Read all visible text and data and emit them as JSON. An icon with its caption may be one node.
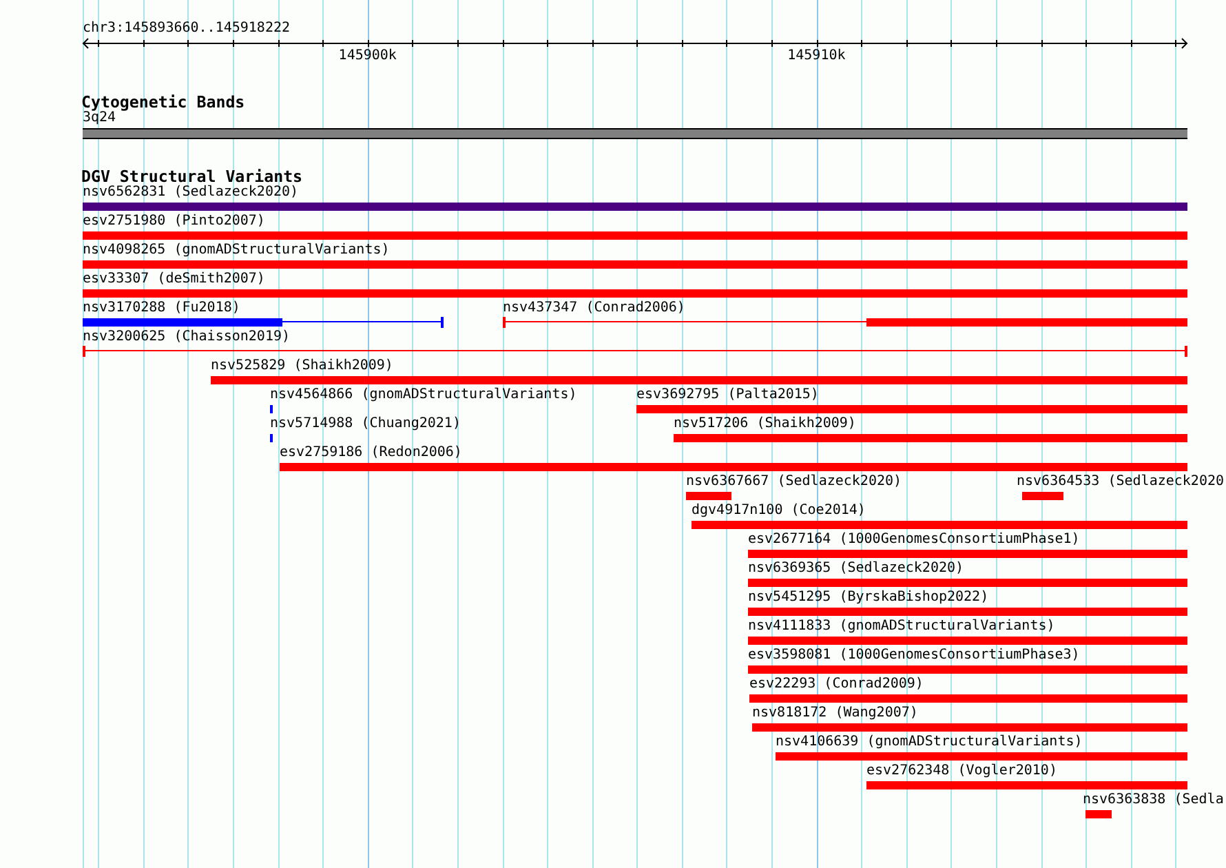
{
  "diagram": {
    "nodes": [
      {
        "text": [
          "3q24"
        ]
      },
      {
        "text": [
          "nsv6562831 (Sedlazeck2020)"
        ]
      },
      {
        "text": [
          "esv2751980 (Pinto2007)"
        ]
      },
      {
        "text": [
          "nsv4098265 (gnomADStructuralVariants)"
        ]
      },
      {
        "text": [
          "esv33307 (deSmith2007)"
        ]
      },
      {
        "text": [
          "nsv3170288 (Fu2018)"
        ]
      },
      {
        "text": [
          "nsv437347 (Conrad2006)"
        ]
      },
      {
        "text": [
          "nsv3200625 (Chaisson2019)"
        ]
      },
      {
        "text": [
          "nsv525829 (Shaikh2009)"
        ]
      },
      {
        "text": [
          "nsv4564866 (gnomADStructuralVariants)"
        ]
      },
      {
        "text": [
          "esv3692795 (Palta2015)"
        ]
      },
      {
        "text": [
          "nsv5714988 (Chuang2021)"
        ]
      },
      {
        "text": [
          "nsv517206 (Shaikh2009)"
        ]
      },
      {
        "text": [
          "esv2759186 (Redon2006)"
        ]
      },
      {
        "text": [
          "nsv6367667 (Sedlazeck2020)"
        ]
      },
      {
        "text": [
          "nsv6364533 (Sedlazeck2020"
        ]
      },
      {
        "text": [
          "dgv4917n100 (Coe2014)"
        ]
      },
      {
        "text": [
          "esv2677164 (1000GenomesConsortiumPhase1)"
        ]
      },
      {
        "text": [
          "nsv6369365 (Sedlazeck2020)"
        ]
      },
      {
        "text": [
          "nsv5451295 (ByrskaBishop2022)"
        ]
      },
      {
        "text": [
          "nsv4111833 (gnomADStructuralVariants)"
        ]
      },
      {
        "text": [
          "esv3598081 (1000GenomesConsortiumPhase3)"
        ]
      },
      {
        "text": [
          "esv22293 (Conrad2009)"
        ]
      },
      {
        "text": [
          "nsv818172 (Wang2007)"
        ]
      },
      {
        "text": [
          "nsv4106639 (gnomADStructuralVariants)"
        ]
      },
      {
        "text": [
          "esv2762348 (Vogler2010)"
        ]
      },
      {
        "text": [
          "nsv6363838 (Sedla"
        ]
      }
    ],
    "labels": [
      "chr3:145893660..145918222",
      "145900k",
      "145910k",
      "Cytogenetic Bands",
      "DGV Structural Variants"
    ]
  }
}
